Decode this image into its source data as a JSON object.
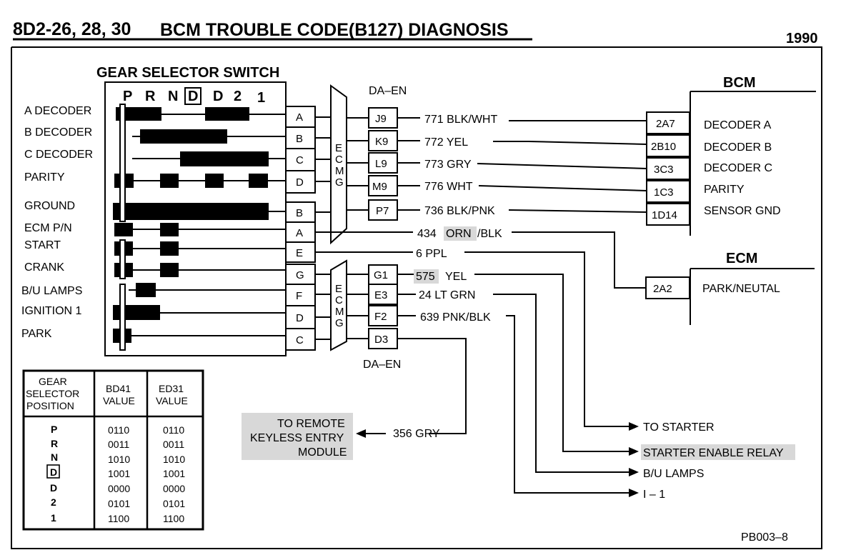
{
  "header": {
    "section": "8D2-26, 28, 30",
    "title": "BCM TROUBLE CODE(B127) DIAGNOSIS",
    "year": "1990"
  },
  "switch": {
    "title": "GEAR SELECTOR SWITCH",
    "positions": [
      "P",
      "R",
      "N",
      "D",
      "D",
      "2",
      "1"
    ],
    "rows": [
      {
        "label": "A DECODER",
        "pin": "A"
      },
      {
        "label": "B DECODER",
        "pin": "B"
      },
      {
        "label": "C DECODER",
        "pin": "C"
      },
      {
        "label": "PARITY",
        "pin": "D"
      },
      {
        "label": "GROUND",
        "pin": "B"
      },
      {
        "label": "ECM P/N",
        "pin": "A"
      },
      {
        "label": "START",
        "pin": "E"
      },
      {
        "label": "CRANK",
        "pin": "G"
      },
      {
        "label": "B/U LAMPS",
        "pin": "F"
      },
      {
        "label": "IGNITION 1",
        "pin": "D"
      },
      {
        "label": "PARK",
        "pin": "C"
      }
    ]
  },
  "ecmg_label": [
    "E",
    "C",
    "M",
    "G"
  ],
  "daen": {
    "top_label": "DA–EN",
    "bottom_label": "DA–EN",
    "top_pins": [
      "J9",
      "K9",
      "L9",
      "M9",
      "P7"
    ],
    "bottom_pins": [
      "G1",
      "E3",
      "F2",
      "D3"
    ]
  },
  "wires": {
    "top": [
      "771 BLK/WHT",
      "772 YEL",
      "773 GRY",
      "776 WHT",
      "736 BLK/PNK"
    ],
    "orn_num": "434",
    "orn_color": "ORN",
    "orn_suffix": "/BLK",
    "ppl": "6 PPL",
    "yel_num": "575",
    "yel_color": "YEL",
    "ltgrn": "24 LT GRN",
    "pnkblk": "639 PNK/BLK",
    "gry": "356 GRY"
  },
  "bcm": {
    "title": "BCM",
    "pins": [
      "2A7",
      "2B10",
      "3C3",
      "1C3",
      "1D14"
    ],
    "labels": [
      "DECODER  A",
      "DECODER  B",
      "DECODER  C",
      "PARITY",
      "SENSOR GND"
    ]
  },
  "ecm": {
    "title": "ECM",
    "pin": "2A2",
    "label": "PARK/NEUTAL"
  },
  "remote": {
    "line1": "TO REMOTE",
    "line2": "KEYLESS ENTRY",
    "line3": "MODULE"
  },
  "outputs": [
    "TO STARTER",
    "STARTER ENABLE RELAY",
    "B/U LAMPS",
    "I – 1"
  ],
  "table": {
    "col1": [
      "GEAR",
      "SELECTOR",
      "POSITION"
    ],
    "col2": [
      "BD41",
      "VALUE"
    ],
    "col3": [
      "ED31",
      "VALUE"
    ],
    "rows": [
      {
        "pos": "P",
        "bd41": "0110",
        "ed31": "0110"
      },
      {
        "pos": "R",
        "bd41": "0011",
        "ed31": "0011"
      },
      {
        "pos": "N",
        "bd41": "1010",
        "ed31": "1010"
      },
      {
        "pos": "D",
        "bd41": "1001",
        "ed31": "1001"
      },
      {
        "pos": "D",
        "bd41": "0000",
        "ed31": "0000"
      },
      {
        "pos": "2",
        "bd41": "0101",
        "ed31": "0101"
      },
      {
        "pos": "1",
        "bd41": "1100",
        "ed31": "1100"
      }
    ]
  },
  "footer": "PB003–8"
}
